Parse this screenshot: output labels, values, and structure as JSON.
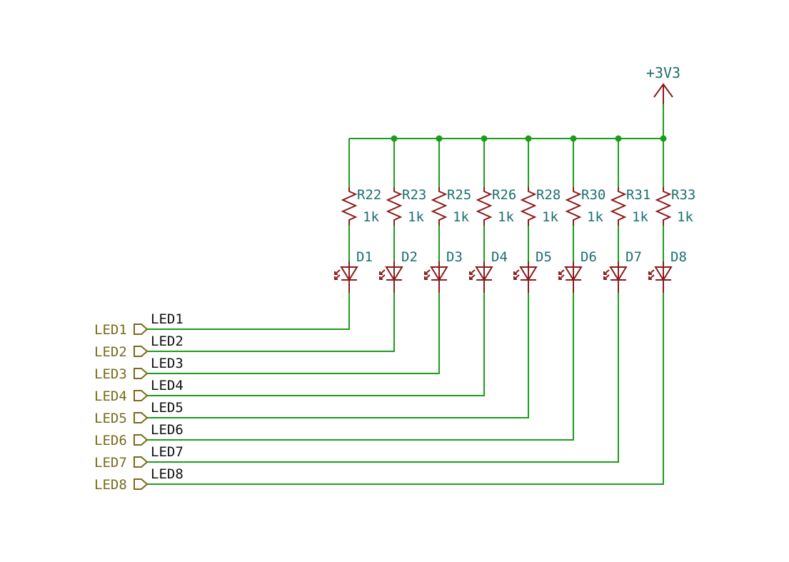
{
  "power": {
    "label": "+3V3"
  },
  "channels": [
    {
      "resistor_ref": "R22",
      "resistor_value": "1k",
      "led_ref": "D1",
      "net": "LED1",
      "global_label": "LED1"
    },
    {
      "resistor_ref": "R23",
      "resistor_value": "1k",
      "led_ref": "D2",
      "net": "LED2",
      "global_label": "LED2"
    },
    {
      "resistor_ref": "R25",
      "resistor_value": "1k",
      "led_ref": "D3",
      "net": "LED3",
      "global_label": "LED3"
    },
    {
      "resistor_ref": "R26",
      "resistor_value": "1k",
      "led_ref": "D4",
      "net": "LED4",
      "global_label": "LED4"
    },
    {
      "resistor_ref": "R28",
      "resistor_value": "1k",
      "led_ref": "D5",
      "net": "LED5",
      "global_label": "LED5"
    },
    {
      "resistor_ref": "R30",
      "resistor_value": "1k",
      "led_ref": "D6",
      "net": "LED6",
      "global_label": "LED6"
    },
    {
      "resistor_ref": "R31",
      "resistor_value": "1k",
      "led_ref": "D7",
      "net": "LED7",
      "global_label": "LED7"
    },
    {
      "resistor_ref": "R33",
      "resistor_value": "1k",
      "led_ref": "D8",
      "net": "LED8",
      "global_label": "LED8"
    }
  ]
}
